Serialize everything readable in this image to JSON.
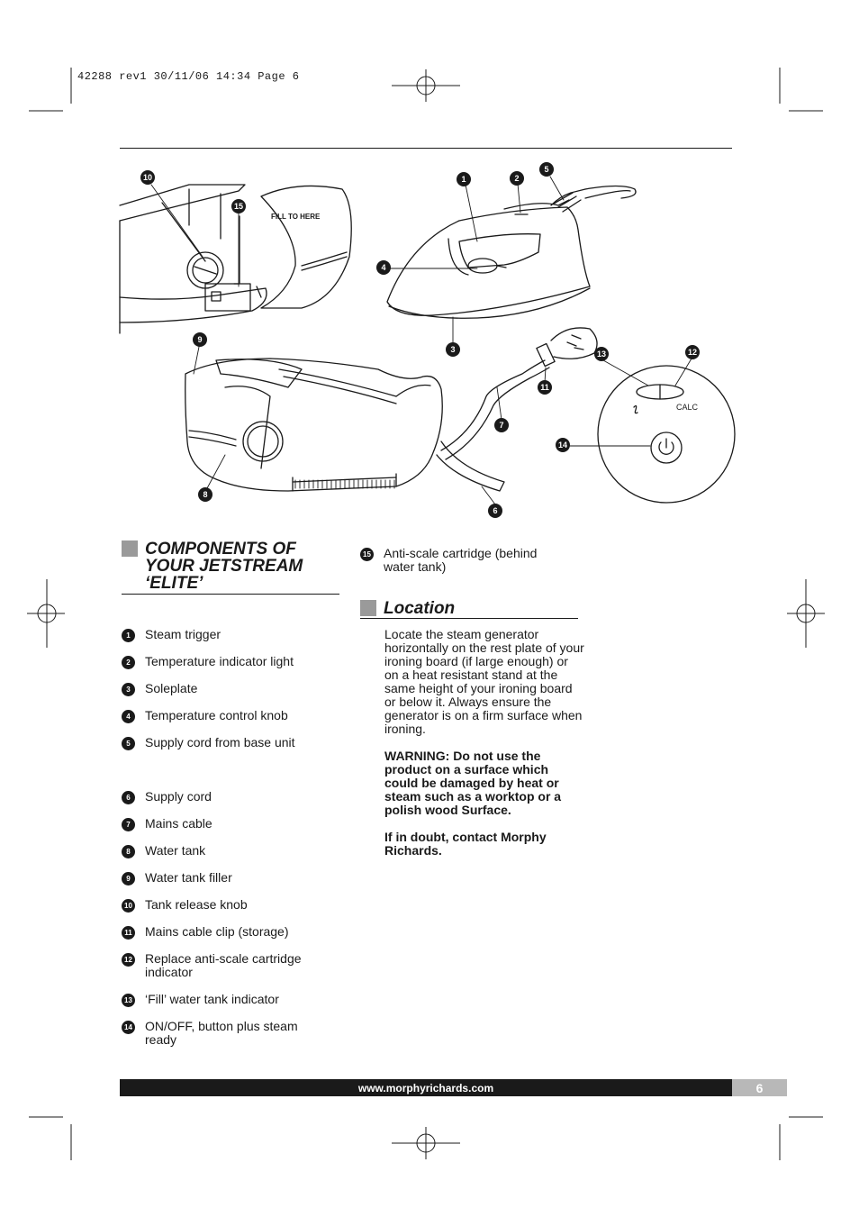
{
  "print_slug": "42288 rev1  30/11/06  14:34  Page 6",
  "diagram": {
    "fill_label": "FILL TO HERE",
    "calc_label": "CALC",
    "callouts": [
      "1",
      "2",
      "3",
      "4",
      "5",
      "6",
      "7",
      "8",
      "9",
      "10",
      "11",
      "12",
      "13",
      "14",
      "15"
    ]
  },
  "components": {
    "heading": "COMPONENTS OF YOUR JETSTREAM ‘ELITE’",
    "items": [
      {
        "num": "1",
        "label": "Steam trigger"
      },
      {
        "num": "2",
        "label": "Temperature indicator light"
      },
      {
        "num": "3",
        "label": "Soleplate"
      },
      {
        "num": "4",
        "label": "Temperature control knob"
      },
      {
        "num": "5",
        "label": "Supply cord from base unit"
      },
      {
        "num": "6",
        "label": "Supply cord"
      },
      {
        "num": "7",
        "label": "Mains cable"
      },
      {
        "num": "8",
        "label": "Water tank"
      },
      {
        "num": "9",
        "label": "Water tank filler"
      },
      {
        "num": "10",
        "label": "Tank release knob"
      },
      {
        "num": "11",
        "label": "Mains cable clip (storage)"
      },
      {
        "num": "12",
        "label": "Replace anti-scale cartridge indicator"
      },
      {
        "num": "13",
        "label": "‘Fill’ water tank indicator"
      },
      {
        "num": "14",
        "label": "ON/OFF, button plus steam ready"
      },
      {
        "num": "15",
        "label": "Anti-scale cartridge (behind water tank)"
      }
    ]
  },
  "location": {
    "heading": "Location",
    "body": "Locate the steam generator horizontally on the rest plate of your ironing board (if large enough) or on a heat resistant stand at the same height of your ironing board or below it. Always ensure the generator is on a firm surface when ironing.",
    "warning": "WARNING: Do not use the product on a surface which could be damaged by heat or steam such as a worktop or a polish wood Surface.",
    "contact": "If in doubt, contact Morphy Richards."
  },
  "footer": {
    "url": "www.morphyrichards.com",
    "page_number": "6"
  }
}
